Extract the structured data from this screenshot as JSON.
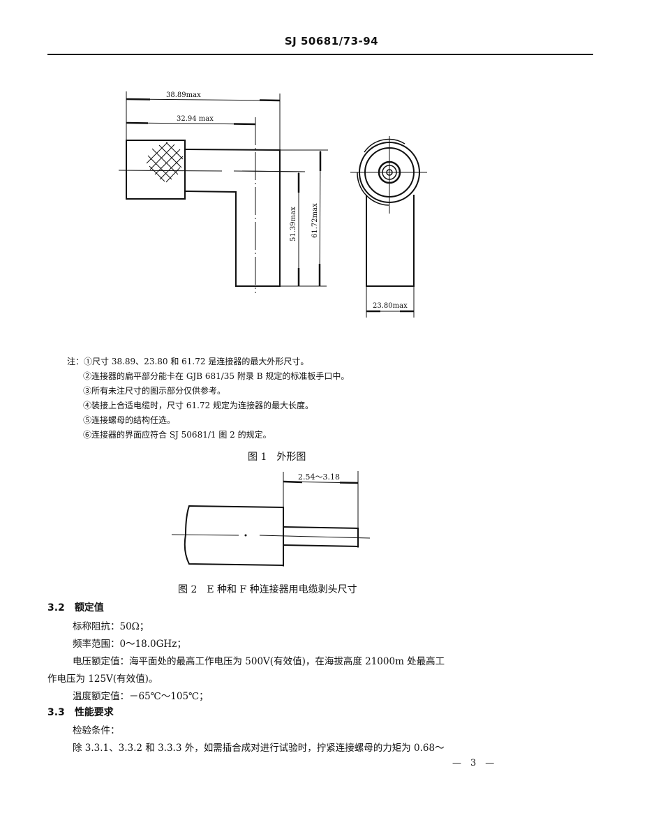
{
  "header": {
    "standard_code": "SJ 50681/73-94"
  },
  "figure1": {
    "dimensions": {
      "overall_length": "38.89max",
      "body_length": "32.94 max",
      "height_short": "51.39max",
      "height_long": "61.72max",
      "width": "23.80max"
    },
    "notes_prefix": "注：",
    "notes": [
      "①尺寸 38.89、23.80 和 61.72 是连接器的最大外形尺寸。",
      "②连接器的扁平部分能卡在 GJB 681/35 附录 B 规定的标准板手口中。",
      "③所有未注尺寸的图示部分仅供参考。",
      "④装接上合适电缆时，尺寸 61.72 规定为连接器的最大长度。",
      "⑤连接螺母的结构任选。",
      "⑥连接器的界面应符合 SJ 50681/1 图 2 的规定。"
    ],
    "caption": "图 1　外形图"
  },
  "figure2": {
    "dimension": "2.54～3.18",
    "caption": "图 2　E 种和 F 种连接器用电缆剥头尺寸"
  },
  "section_3_2": {
    "number": "3.2",
    "title": "额定值",
    "lines": [
      "标称阻抗：50Ω；",
      "频率范围：0～18.0GHz；",
      "电压额定值：海平面处的最高工作电压为 500V(有效值)，在海拔高度 21000m 处最高工",
      "作电压为 125V(有效值)。",
      "温度额定值：－65℃～105℃；"
    ]
  },
  "section_3_3": {
    "number": "3.3",
    "title": "性能要求",
    "lines": [
      "检验条件：",
      "除 3.3.1、3.3.2 和 3.3.3 外，如需插合成对进行试验时，拧紧连接螺母的力矩为 0.68～"
    ]
  },
  "footer": {
    "page_number": "—　3　—"
  }
}
